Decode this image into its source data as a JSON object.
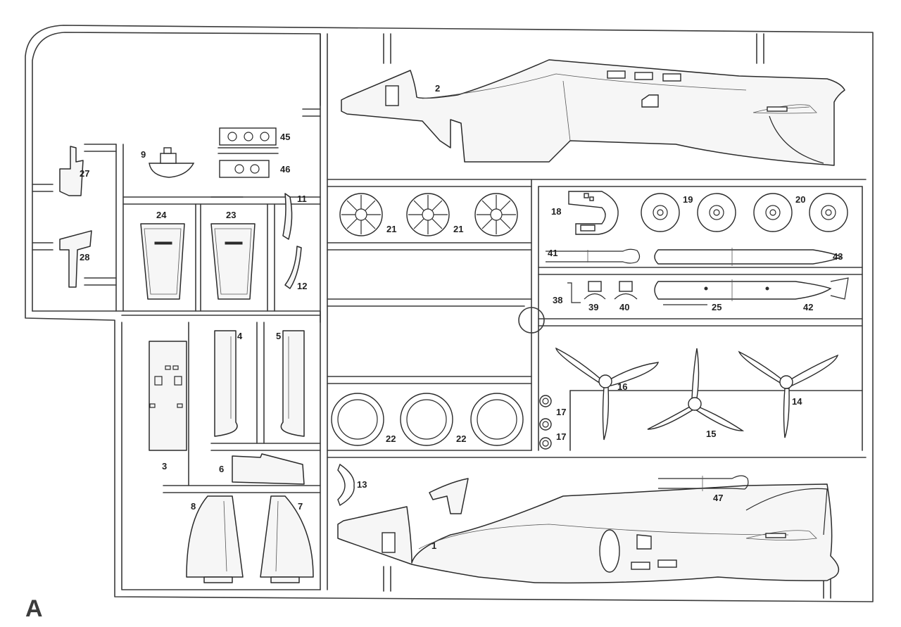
{
  "sheet": {
    "letter": "A"
  },
  "parts": [
    {
      "id": "p1",
      "number": "1"
    },
    {
      "id": "p2",
      "number": "2"
    },
    {
      "id": "p3",
      "number": "3"
    },
    {
      "id": "p4",
      "number": "4"
    },
    {
      "id": "p5",
      "number": "5"
    },
    {
      "id": "p6",
      "number": "6"
    },
    {
      "id": "p7",
      "number": "7"
    },
    {
      "id": "p8",
      "number": "8"
    },
    {
      "id": "p9",
      "number": "9"
    },
    {
      "id": "p11",
      "number": "11"
    },
    {
      "id": "p12",
      "number": "12"
    },
    {
      "id": "p13",
      "number": "13"
    },
    {
      "id": "p14",
      "number": "14"
    },
    {
      "id": "p15",
      "number": "15"
    },
    {
      "id": "p16",
      "number": "16"
    },
    {
      "id": "p17a",
      "number": "17"
    },
    {
      "id": "p17b",
      "number": "17"
    },
    {
      "id": "p18",
      "number": "18"
    },
    {
      "id": "p19",
      "number": "19"
    },
    {
      "id": "p20",
      "number": "20"
    },
    {
      "id": "p21a",
      "number": "21"
    },
    {
      "id": "p21b",
      "number": "21"
    },
    {
      "id": "p22a",
      "number": "22"
    },
    {
      "id": "p22b",
      "number": "22"
    },
    {
      "id": "p23",
      "number": "23"
    },
    {
      "id": "p24",
      "number": "24"
    },
    {
      "id": "p25",
      "number": "25"
    },
    {
      "id": "p27",
      "number": "27"
    },
    {
      "id": "p28",
      "number": "28"
    },
    {
      "id": "p38",
      "number": "38"
    },
    {
      "id": "p39",
      "number": "39"
    },
    {
      "id": "p40",
      "number": "40"
    },
    {
      "id": "p41",
      "number": "41"
    },
    {
      "id": "p42",
      "number": "42"
    },
    {
      "id": "p43",
      "number": "43"
    },
    {
      "id": "p45",
      "number": "45"
    },
    {
      "id": "p46",
      "number": "46"
    },
    {
      "id": "p47",
      "number": "47"
    }
  ]
}
